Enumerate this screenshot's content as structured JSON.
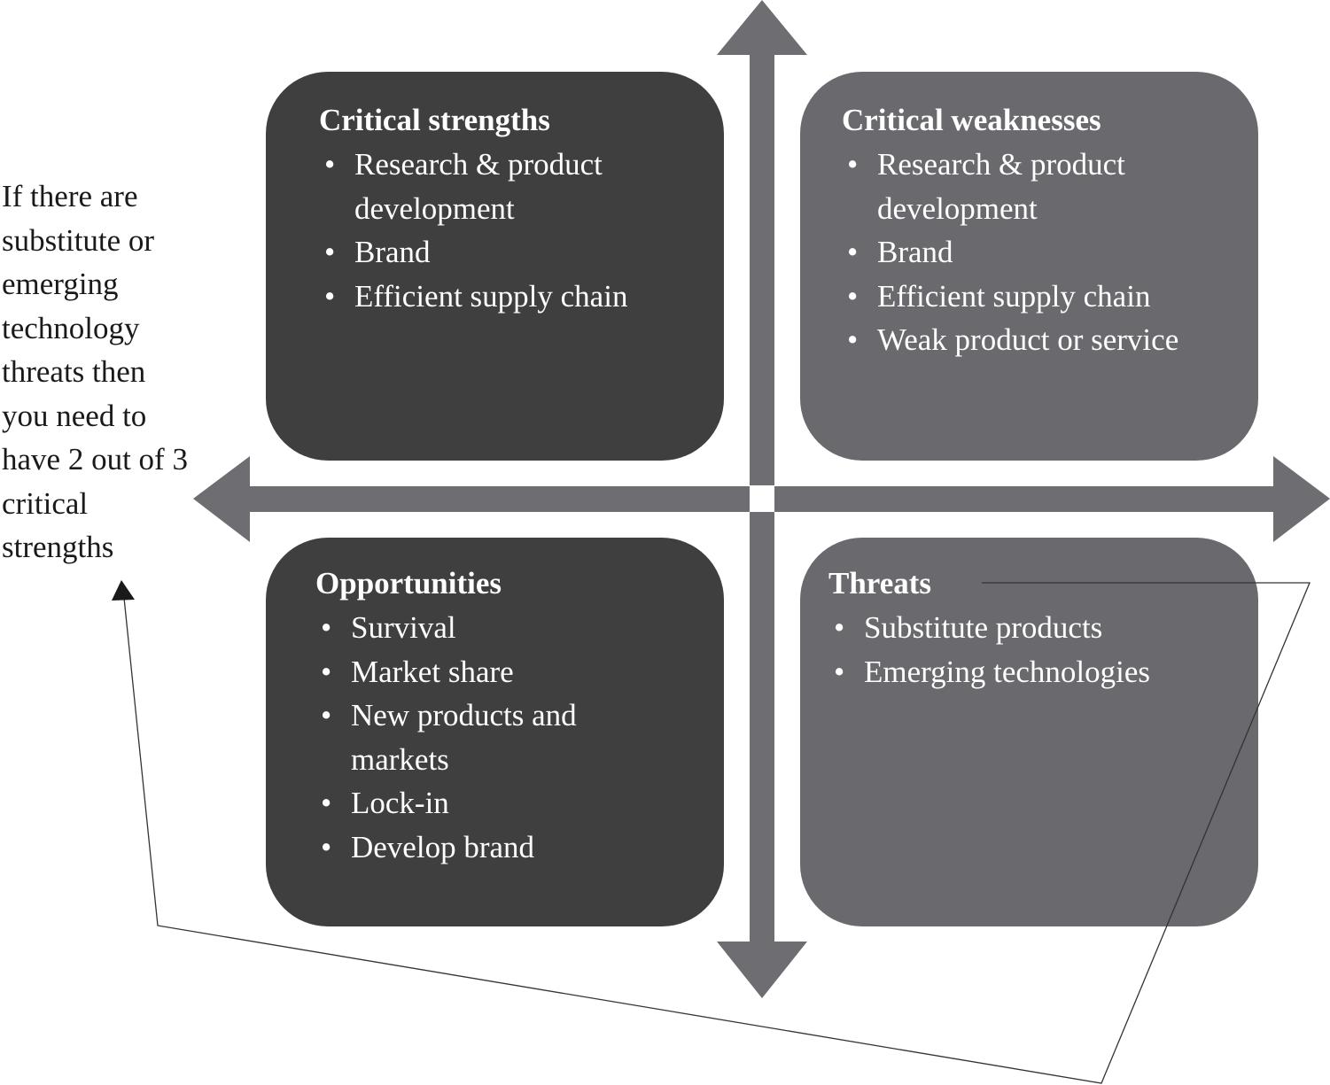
{
  "colors": {
    "arrow": "#6d6d72",
    "strength_box": "#3f3f40",
    "weakness_box": "#6a6a6e",
    "text_on_box": "#ffffff",
    "connector": "#333333"
  },
  "quadrants": {
    "critical_strengths": {
      "title": "Critical strengths",
      "items": [
        "Research & product development",
        "Brand",
        "Efficient supply chain"
      ],
      "lines": [
        "Research & product",
        "development"
      ]
    },
    "critical_weaknesses": {
      "title": "Critical weaknesses",
      "items": [
        "Research & product development",
        "Brand",
        "Efficient supply chain",
        "Weak product or service"
      ],
      "lines": [
        "Research & product",
        "development"
      ]
    },
    "opportunities": {
      "title": "Opportunities",
      "items": [
        "Survival",
        "Market share",
        "New products and markets",
        "Lock-in",
        "Develop brand"
      ],
      "lines": [
        "New products and",
        "markets"
      ]
    },
    "threats": {
      "title": "Threats",
      "items": [
        "Substitute products",
        "Emerging technologies"
      ]
    }
  },
  "side_note": {
    "text": "If there are substitute or emerging technology threats then you need to have 2 out of 3 critical strengths",
    "lines": [
      "If there are",
      "substitute or",
      "emerging",
      "technology",
      "threats then",
      "you need to",
      "have 2 out of 3",
      "critical",
      "strengths"
    ]
  },
  "bullet_glyph": "•",
  "icons": {
    "axis_arrows": "four-way-arrow-icon",
    "connector": "connector-arrow-icon"
  }
}
